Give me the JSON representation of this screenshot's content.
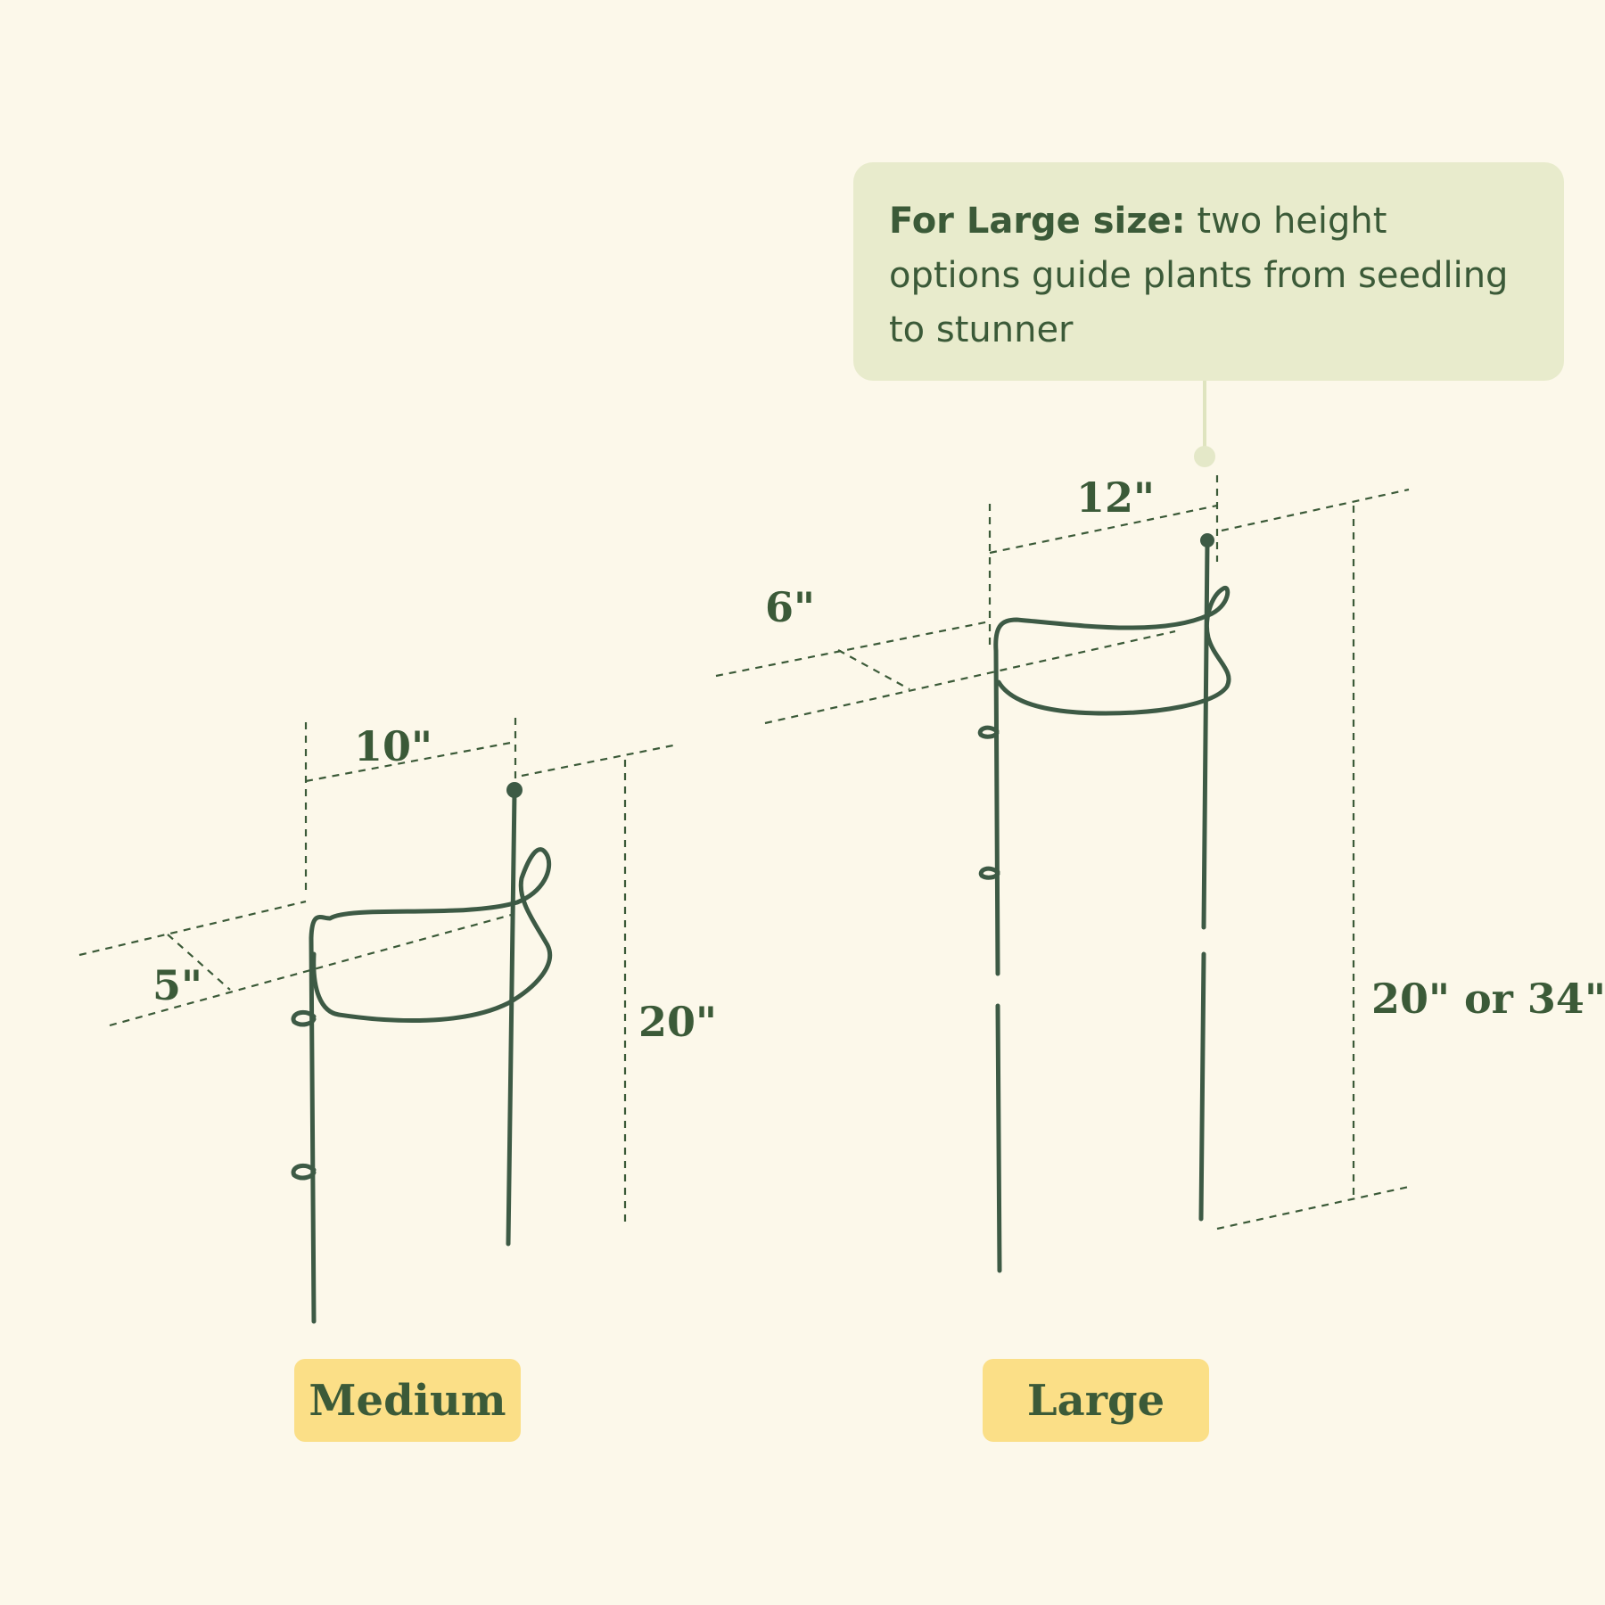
{
  "callout": {
    "bold": "For Large size:",
    "text": " two height options guide plants from seedling to stunner"
  },
  "medium": {
    "label": "Medium",
    "width": "10\"",
    "depth": "5\"",
    "height": "20\""
  },
  "large": {
    "label": "Large",
    "width": "12\"",
    "depth": "6\"",
    "height": "20\" or 34\""
  },
  "colors": {
    "background": "#fcf8ea",
    "ink": "#3b5a38",
    "wire": "#3d5a45",
    "callout_bg": "#e8ebcc",
    "label_bg": "#fbdf87"
  }
}
